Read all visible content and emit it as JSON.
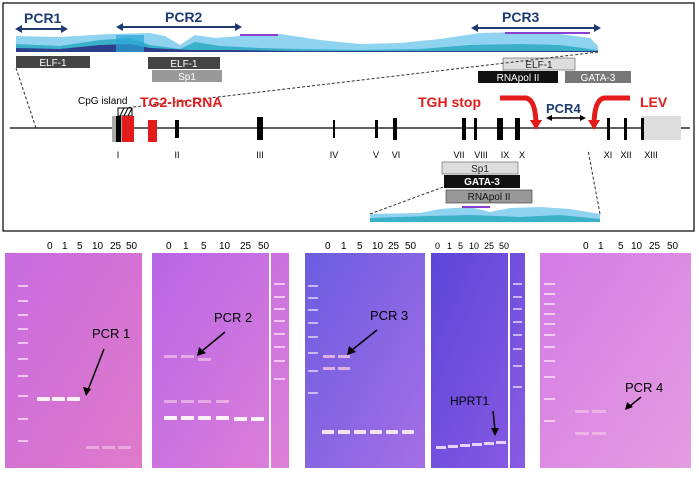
{
  "pcr_labels": {
    "pcr1": "PCR1",
    "pcr2": "PCR2",
    "pcr3": "PCR3",
    "pcr4": "PCR4"
  },
  "factor_boxes_top": {
    "elf1_left": "ELF-1",
    "elf1_mid": "ELF-1",
    "sp1_mid": "Sp1",
    "elf1_right": "ELF-1",
    "rnapol_right": "RNApol II",
    "gata3_right": "GATA-3"
  },
  "gene_features": {
    "cpg_island": "CpG island",
    "tg2_lncrna": "TG2-lncRNA",
    "tgh_stop": "TGH stop",
    "lev": "LEV"
  },
  "exon_labels": [
    "I",
    "II",
    "III",
    "IV",
    "V",
    "VI",
    "VII",
    "VIII",
    "IX",
    "X",
    "XI",
    "XII",
    "XIII"
  ],
  "factor_boxes_bottom": {
    "sp1": "Sp1",
    "gata3": "GATA-3",
    "rnapol": "RNApol II"
  },
  "gels": {
    "gel1": {
      "lanes": [
        "0",
        "1",
        "5",
        "10",
        "25",
        "50"
      ],
      "label": "PCR 1"
    },
    "gel2": {
      "lanes": [
        "0",
        "1",
        "5",
        "10",
        "25",
        "50"
      ],
      "label": "PCR 2"
    },
    "gel3": {
      "lanes": [
        "0",
        "1",
        "5",
        "10",
        "25",
        "50"
      ],
      "label": "PCR 3"
    },
    "gel4": {
      "lanes": [
        "0",
        "1",
        "5",
        "10",
        "25",
        "50"
      ],
      "label": "HPRT1"
    },
    "gel5": {
      "lanes": [
        "0",
        "1",
        "5",
        "10",
        "25",
        "50"
      ],
      "label": "PCR 4"
    }
  },
  "colors": {
    "red": "#e31b1b",
    "navy": "#1f3b73",
    "track_light": "#8fd3f0",
    "track_mid": "#3bb0c9",
    "track_dark": "#2c3f8a",
    "gel_pink": "#d673e0",
    "gel_purple": "#9a4fd6"
  }
}
